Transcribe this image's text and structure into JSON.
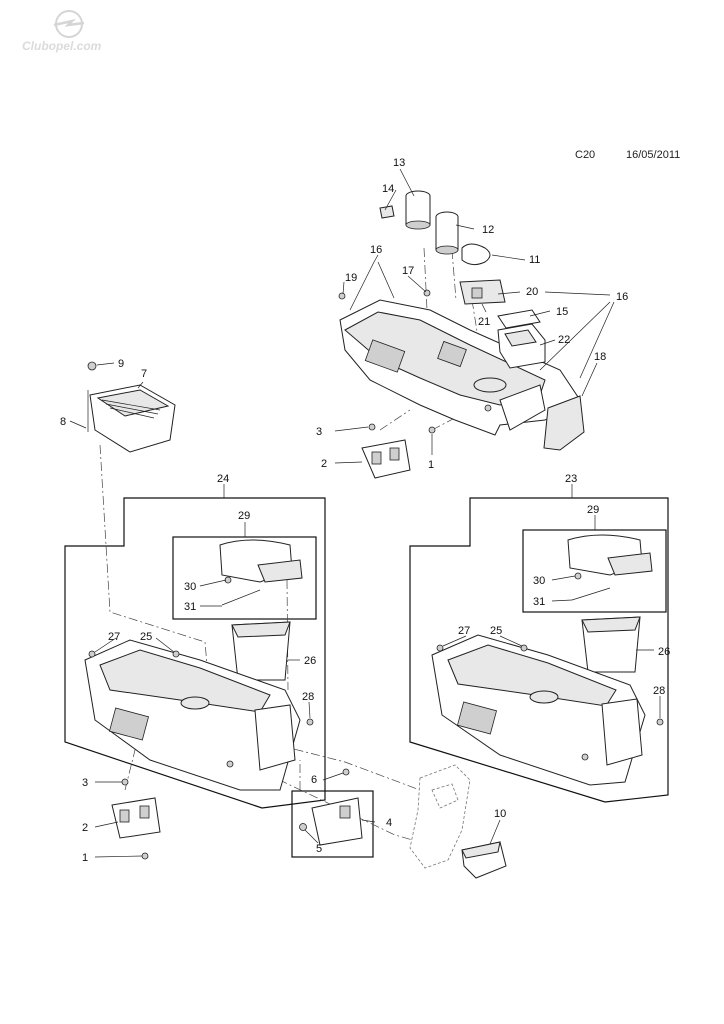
{
  "header": {
    "code": "C20",
    "date": "16/05/2011"
  },
  "watermark": {
    "text": "Clubopel.com",
    "icon": "opel-blitz-logo-icon"
  },
  "callouts": {
    "c1a": "1",
    "c1b": "1",
    "c2a": "2",
    "c2b": "2",
    "c3a": "3",
    "c3b": "3",
    "c4": "4",
    "c5": "5",
    "c6": "6",
    "c7": "7",
    "c8": "8",
    "c9": "9",
    "c10": "10",
    "c11": "11",
    "c12": "12",
    "c13": "13",
    "c14": "14",
    "c15": "15",
    "c16a": "16",
    "c16b": "16",
    "c17": "17",
    "c18": "18",
    "c19": "19",
    "c20": "20",
    "c21": "21",
    "c22": "22",
    "c23": "23",
    "c24": "24",
    "c25a": "25",
    "c25b": "25",
    "c26a": "26",
    "c26b": "26",
    "c27a": "27",
    "c27b": "27",
    "c28a": "28",
    "c28b": "28",
    "c29a": "29",
    "c29b": "29",
    "c30a": "30",
    "c30b": "30",
    "c31a": "31",
    "c31b": "31"
  }
}
